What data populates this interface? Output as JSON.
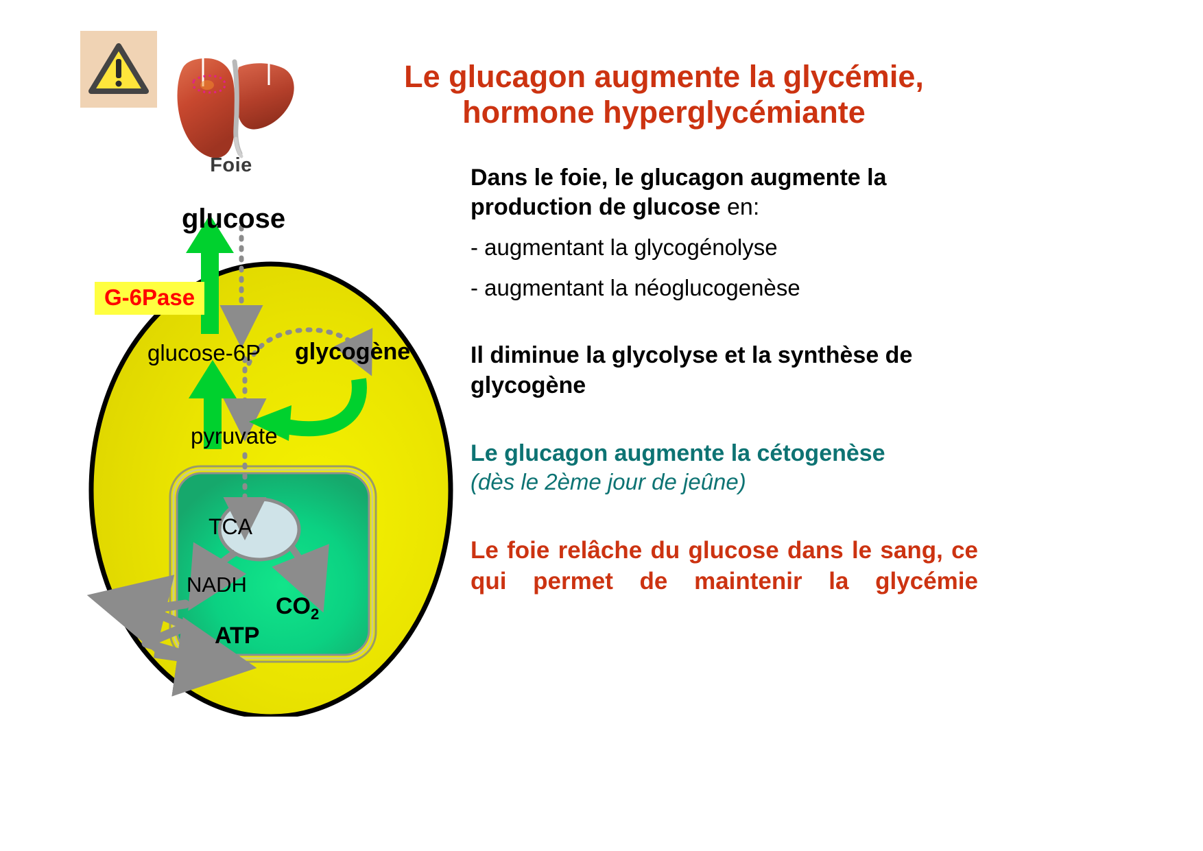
{
  "colors": {
    "title_orange": "#cc3311",
    "teal": "#0d7373",
    "enzyme_red": "#ff0000",
    "highlight_yellow": "#ffff40",
    "cell_yellow": "#e8e000",
    "mito_green": "#00c878",
    "arrow_green": "#00cc33",
    "arrow_gray": "#8c8c8c",
    "badge_tan": "#f0d3b4"
  },
  "icons": {
    "warning": "warning-triangle-icon",
    "liver": "liver-organ-icon"
  },
  "liver": {
    "caption": "Foie"
  },
  "title": {
    "line1": "Le glucagon augmente la glycémie,",
    "line2": "hormone hyperglycémiante"
  },
  "body": {
    "p1_bold": "Dans le foie, le glucagon augmente la production de glucose",
    "p1_tail": " en:",
    "bullets": [
      "- augmentant la glycogénolyse",
      "- augmentant la néoglucogenèse"
    ],
    "p2": "Il diminue la glycolyse et la synthèse de glycogène",
    "p3_teal": "Le glucagon augmente la cétogenèse",
    "p3_teal_italic": "(dès le 2ème jour de jeûne)",
    "p4_orange": "Le foie relâche du glucose dans le sang, ce qui permet de maintenir la glycémie"
  },
  "diagram": {
    "glucose": "glucose",
    "enzyme": "G-6Pase",
    "glucose6p": "glucose-6P",
    "glycogene": "glycogène",
    "pyruvate": "pyruvate",
    "tca": "TCA",
    "nadh": "NADH",
    "co2": "CO",
    "co2_sub": "2",
    "atp": "ATP"
  }
}
